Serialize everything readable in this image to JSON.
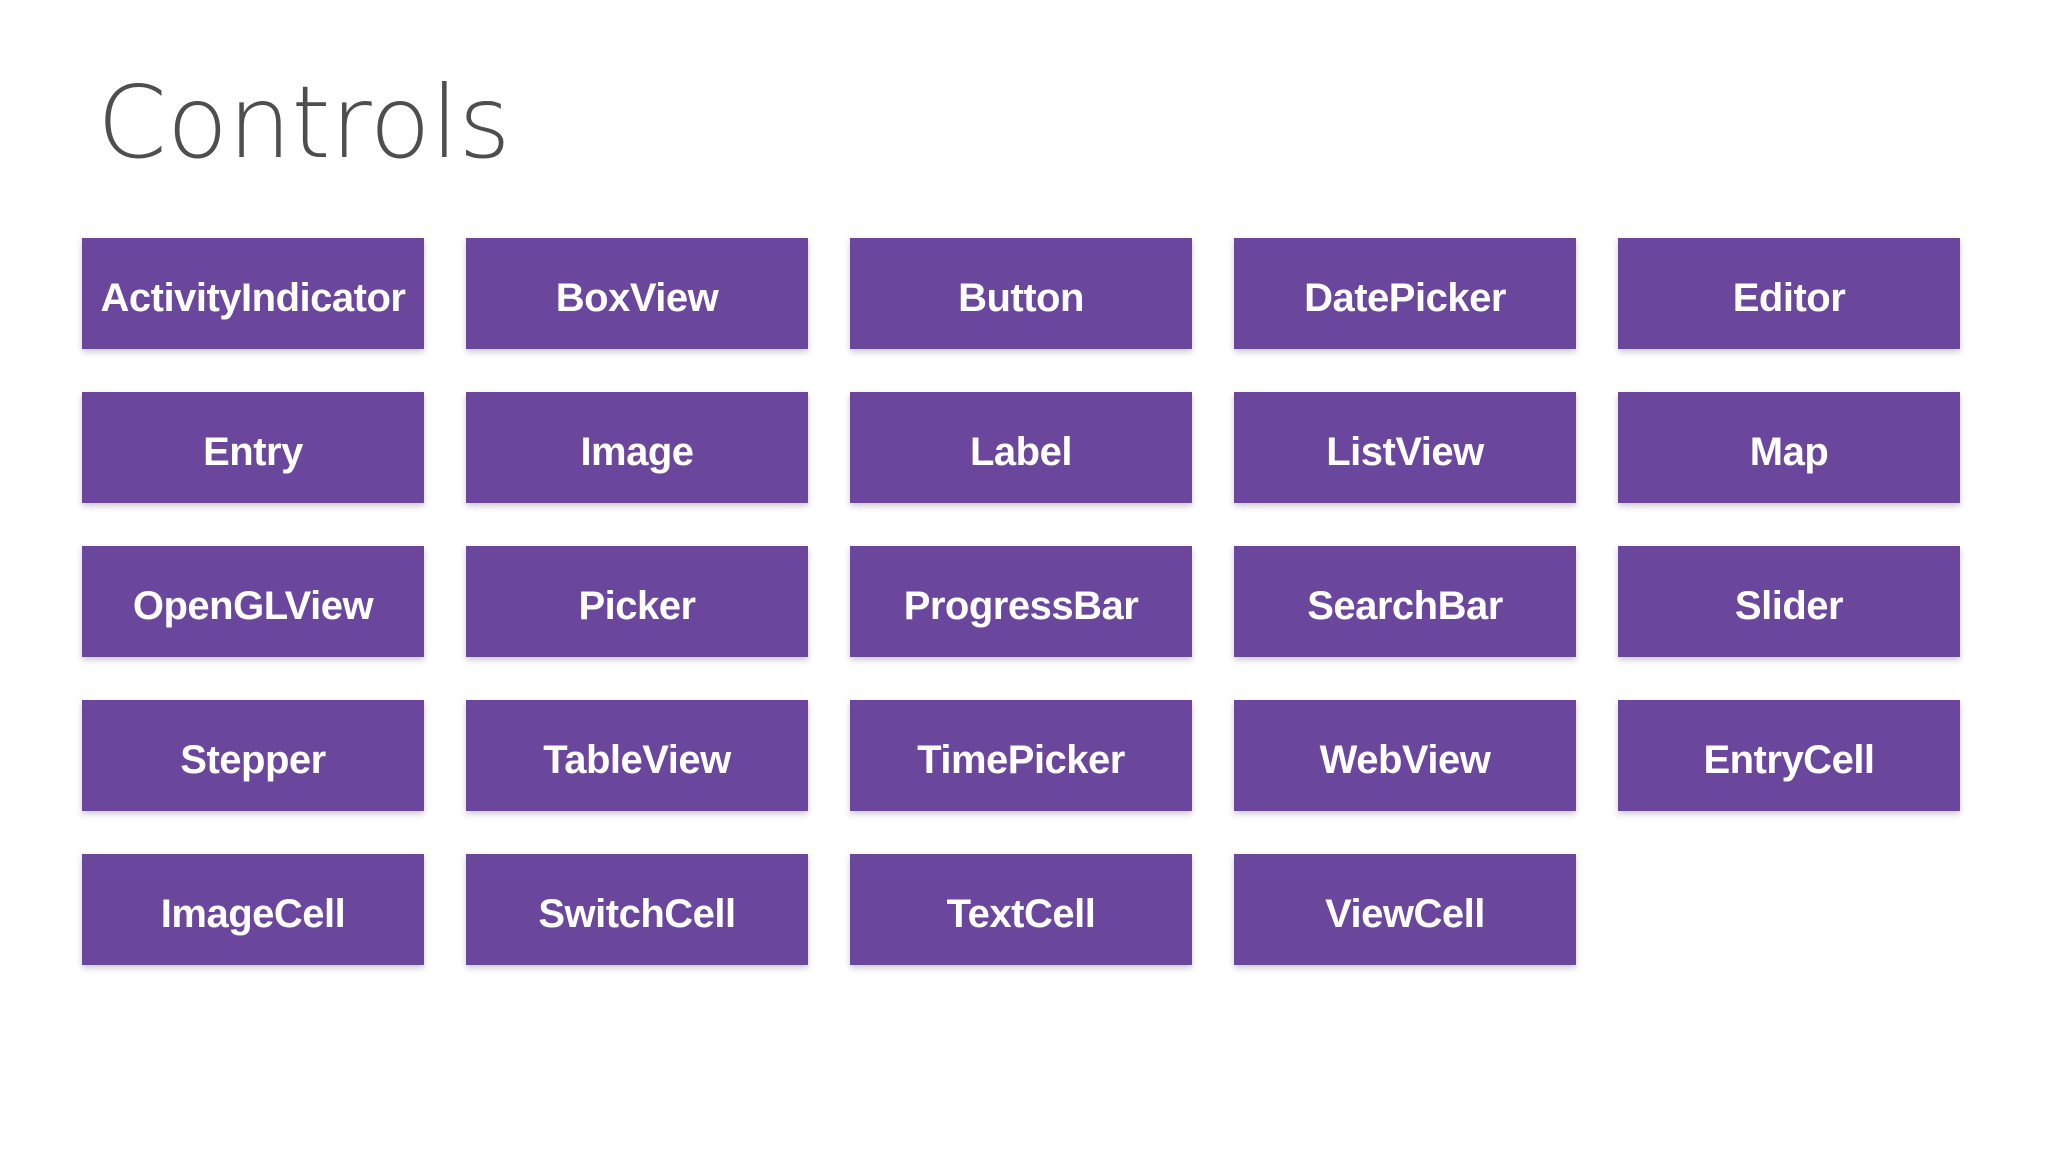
{
  "page": {
    "title": "Controls"
  },
  "colors": {
    "background": "#ffffff",
    "title_gray": "#4e4e50",
    "tile_purple": "#6a469d",
    "tile_text": "#ffffff"
  },
  "controls": [
    "ActivityIndicator",
    "BoxView",
    "Button",
    "DatePicker",
    "Editor",
    "Entry",
    "Image",
    "Label",
    "ListView",
    "Map",
    "OpenGLView",
    "Picker",
    "ProgressBar",
    "SearchBar",
    "Slider",
    "Stepper",
    "TableView",
    "TimePicker",
    "WebView",
    "EntryCell",
    "ImageCell",
    "SwitchCell",
    "TextCell",
    "ViewCell"
  ]
}
